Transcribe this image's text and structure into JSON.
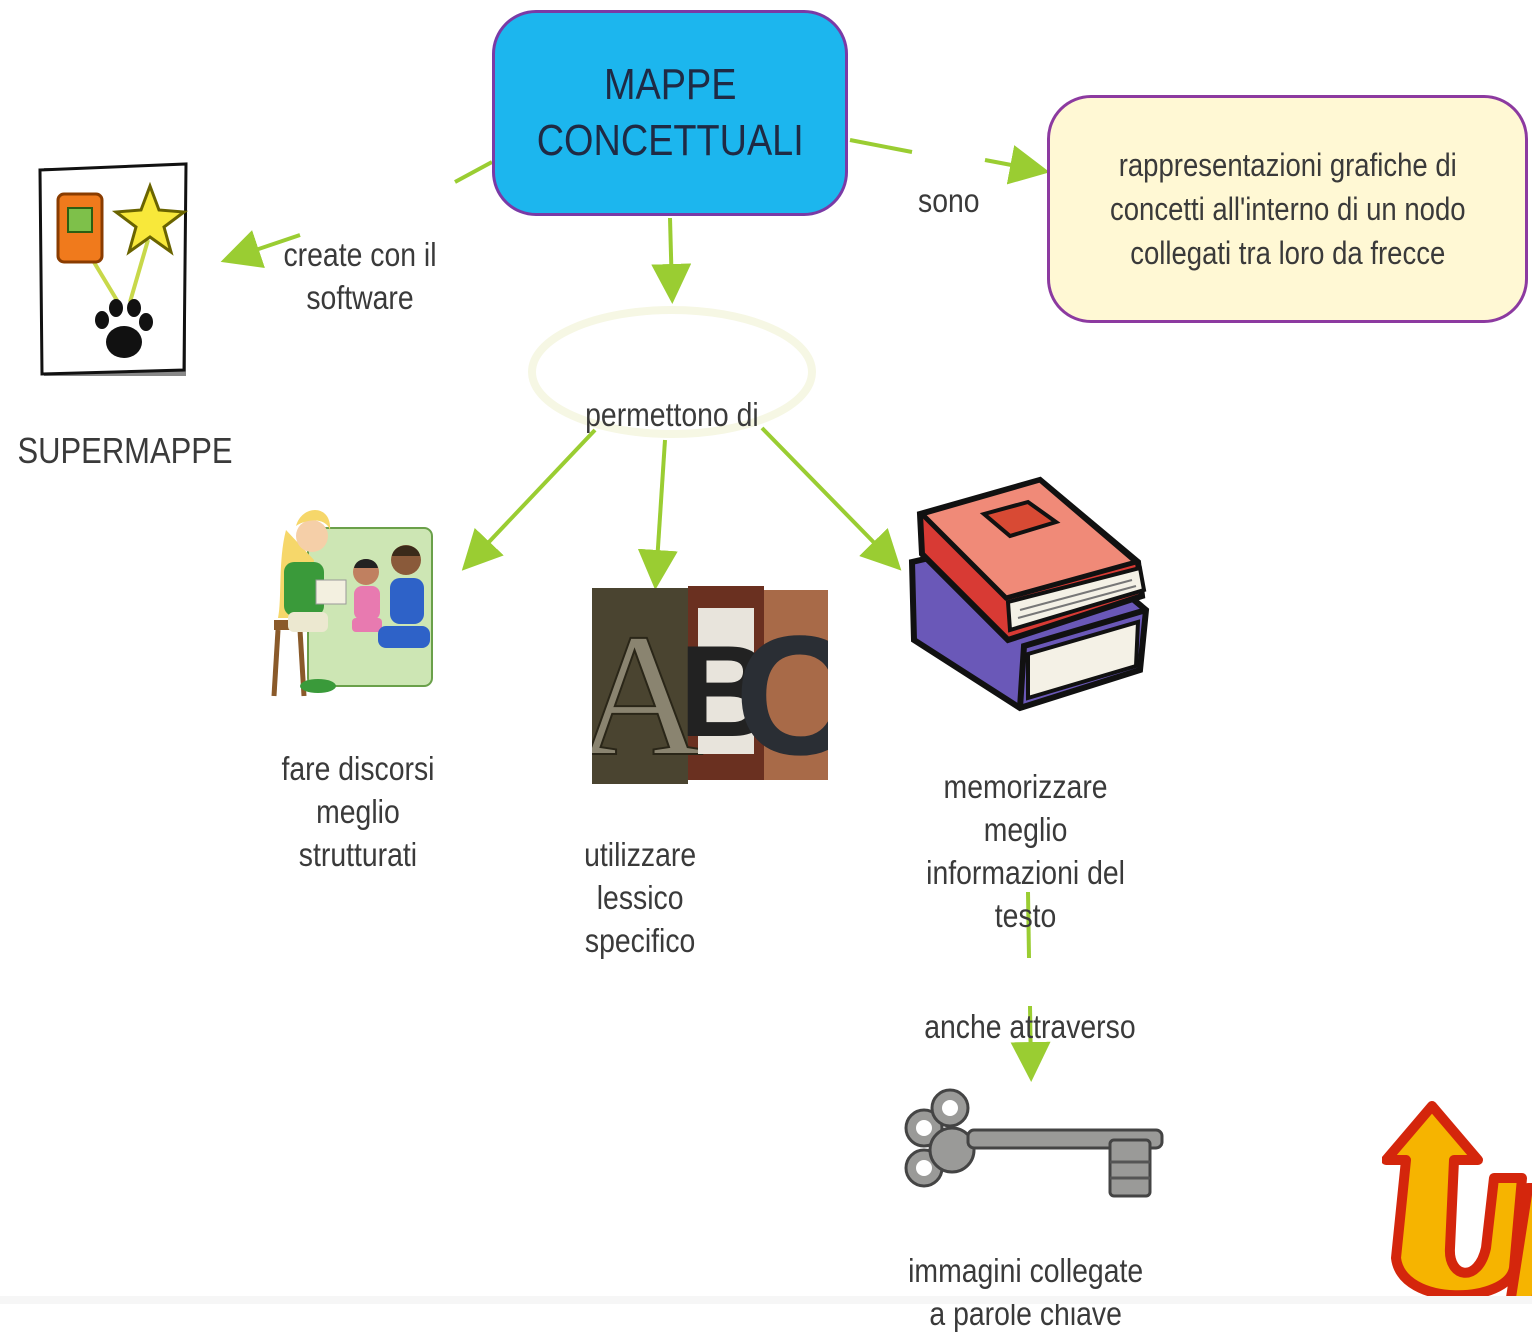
{
  "main_node": {
    "label": "MAPPE\nCONCETTUALI"
  },
  "definition_node": {
    "label": "rappresentazioni grafiche di\nconcetti all'interno di un nodo\ncollegati tra loro da frecce"
  },
  "links": {
    "sono": "sono",
    "create": "create con il software",
    "permettono": "permettono di",
    "anche": "anche attraverso"
  },
  "software": {
    "label": "SUPERMAPPE"
  },
  "outcomes": [
    {
      "label": "fare discorsi\nmeglio\nstrutturati"
    },
    {
      "label": "utilizzare\nlessico\nspecifico"
    },
    {
      "label": "memorizzare\nmeglio\ninformazioni del\ntesto"
    }
  ],
  "key_node": {
    "label": "immagini collegate\na parole chiave"
  },
  "abc_letters": [
    "A",
    "B",
    "C"
  ],
  "logo": {
    "text": "Up"
  },
  "colors": {
    "arrow": "#9acd32",
    "main_fill": "#1cb6ee",
    "border": "#7a3aa6",
    "def_fill": "#fff8d4"
  }
}
